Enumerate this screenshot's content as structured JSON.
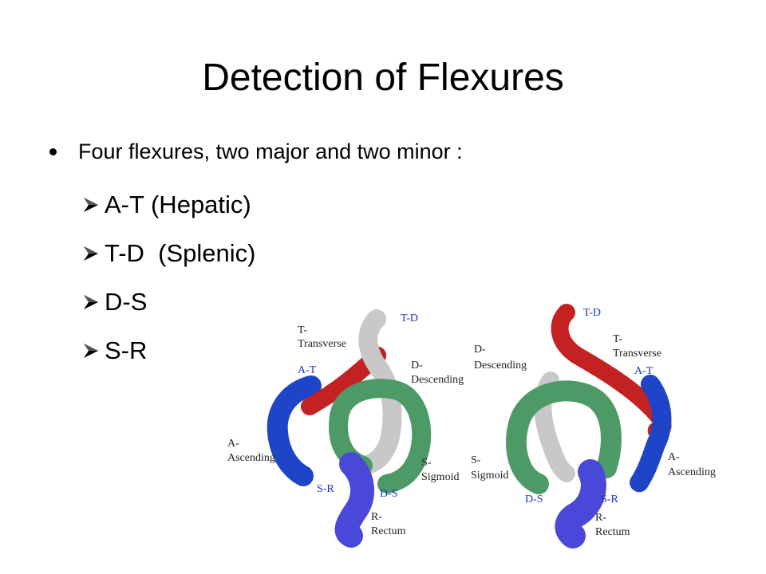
{
  "slide": {
    "title": "Detection of Flexures",
    "bullet": "Four flexures, two major and two minor :",
    "sub_items": [
      "A-T (Hepatic)",
      "T-D  (Splenic)",
      "D-S",
      "S-R"
    ]
  },
  "figure": {
    "left": {
      "labels": {
        "t_transverse": [
          "T-",
          "Transverse"
        ],
        "a_t": "A-T",
        "t_d": "T-D",
        "d_descending": [
          "D-",
          "Descending"
        ],
        "a_ascending": [
          "A-",
          "Ascending"
        ],
        "s_sigmoid": [
          "S-",
          "Sigmoid"
        ],
        "s_r": "S-R",
        "d_s": "D-S",
        "r_rectum": [
          "R-",
          "Rectum"
        ]
      }
    },
    "right": {
      "labels": {
        "t_d": "T-D",
        "d_descending": [
          "D-",
          "Descending"
        ],
        "t_transverse": [
          "T-",
          "Transverse"
        ],
        "a_t": "A-T",
        "a_ascending": [
          "A-",
          "Ascending"
        ],
        "s_sigmoid": [
          "S-",
          "Sigmoid"
        ],
        "d_s": "D-S",
        "s_r": "S-R",
        "r_rectum": [
          "R-",
          "Rectum"
        ]
      }
    },
    "colors": {
      "ascending": "#1e44c8",
      "transverse": "#c42222",
      "descending": "#c8c8c8",
      "sigmoid": "#4e9a66",
      "rectum": "#4a48d8",
      "label_blue": "#1a33cc"
    }
  }
}
